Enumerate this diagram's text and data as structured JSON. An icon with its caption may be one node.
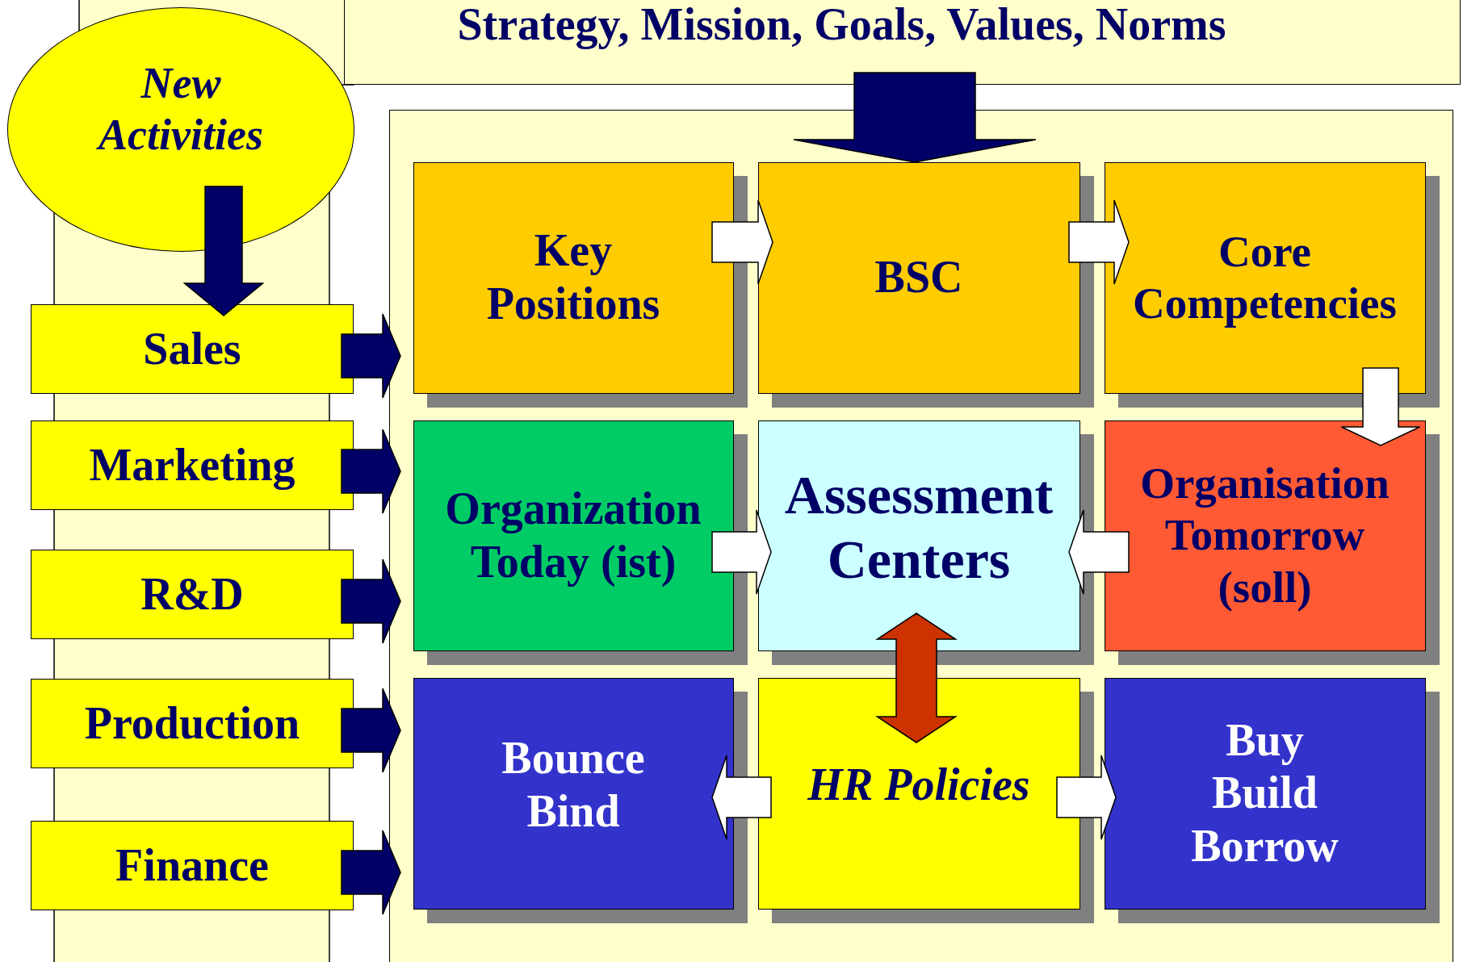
{
  "diagram": {
    "nodes": [
      {
        "text": [
          "Strategy, Mission, Goals, Values, Norms"
        ]
      },
      {
        "text": [
          "New Activities"
        ]
      },
      {
        "text": [
          "Sales"
        ]
      },
      {
        "text": [
          "Marketing"
        ]
      },
      {
        "text": [
          "R&D"
        ]
      },
      {
        "text": [
          "Production"
        ]
      },
      {
        "text": [
          "Finance"
        ]
      },
      {
        "text": [],
        "shape": "box"
      },
      {
        "text": [
          "Key Positions"
        ],
        "in": 7
      },
      {
        "text": [
          "BSC"
        ],
        "in": 7
      },
      {
        "text": [
          "Core Competencies"
        ],
        "in": 7
      },
      {
        "text": [
          "Organization Today (ist)"
        ],
        "in": 7
      },
      {
        "text": [
          "Assessment Centers"
        ],
        "in": 7
      },
      {
        "text": [
          "Organisation Tomorrow (soll)"
        ],
        "in": 7
      },
      {
        "text": [
          "Bounce Bind"
        ],
        "in": 7
      },
      {
        "text": [
          "HR Policies"
        ],
        "in": 7
      },
      {
        "text": [
          "Buy Build Borrow"
        ],
        "in": 7
      }
    ],
    "edges": [
      {
        "from": 0,
        "to": 9,
        "arrow": "to",
        "color": "#000066"
      },
      {
        "from": 1,
        "to": 2,
        "arrow": "to",
        "color": "#000066"
      },
      {
        "from": 2,
        "to": 7,
        "arrow": "to",
        "color": "#000066"
      },
      {
        "from": 3,
        "to": 7,
        "arrow": "to",
        "color": "#000066"
      },
      {
        "from": 4,
        "to": 7,
        "arrow": "to",
        "color": "#000066"
      },
      {
        "from": 5,
        "to": 7,
        "arrow": "to",
        "color": "#000066"
      },
      {
        "from": 6,
        "to": 7,
        "arrow": "to",
        "color": "#000066"
      },
      {
        "from": 8,
        "to": 9,
        "arrow": "to",
        "color": "#ffffff"
      },
      {
        "from": 9,
        "to": 10,
        "arrow": "to",
        "color": "#ffffff"
      },
      {
        "from": 10,
        "to": 13,
        "arrow": "to",
        "color": "#ffffff"
      },
      {
        "from": 11,
        "to": 12,
        "arrow": "to",
        "color": "#ffffff"
      },
      {
        "from": 13,
        "to": 12,
        "arrow": "to",
        "color": "#ffffff"
      },
      {
        "from": 12,
        "to": 15,
        "arrow": "both",
        "color": "#cc3300"
      },
      {
        "from": 15,
        "to": 14,
        "arrow": "to",
        "color": "#ffffff"
      },
      {
        "from": 15,
        "to": 16,
        "arrow": "to",
        "color": "#ffffff"
      }
    ]
  }
}
